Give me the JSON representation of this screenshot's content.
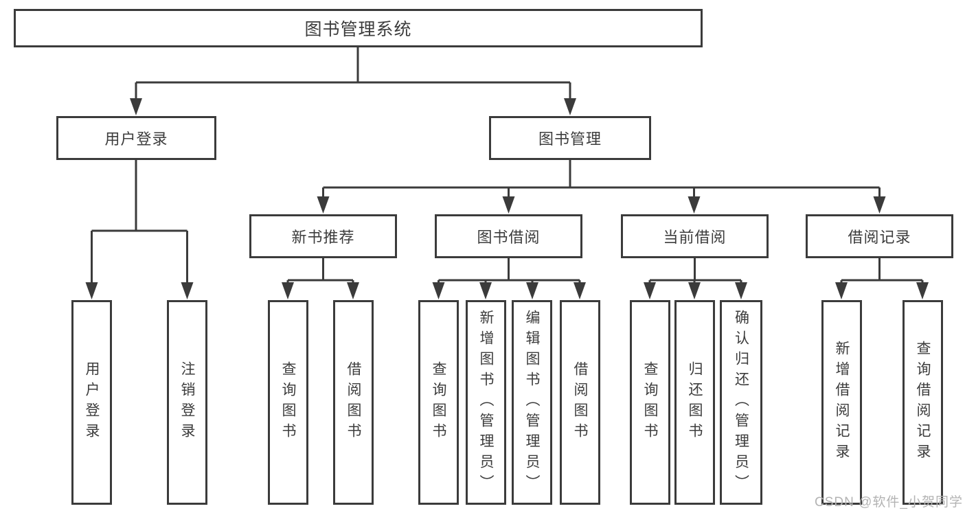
{
  "tree": {
    "root": {
      "label": "图书管理系统"
    },
    "branches": [
      {
        "label": "用户登录",
        "children": [
          "用户登录",
          "注销登录"
        ]
      },
      {
        "label": "图书管理",
        "children": [
          {
            "label": "新书推荐",
            "children": [
              "查询图书",
              "借阅图书"
            ]
          },
          {
            "label": "图书借阅",
            "children": [
              "查询图书",
              "新增图书（管理员）",
              "编辑图书（管理员）",
              "借阅图书"
            ]
          },
          {
            "label": "当前借阅",
            "children": [
              "查询图书",
              "归还图书",
              "确认归还（管理员）"
            ]
          },
          {
            "label": "借阅记录",
            "children": [
              "新增借阅记录",
              "查询借阅记录"
            ]
          }
        ]
      }
    ]
  },
  "watermark": "CSDN @软件_小贺同学",
  "colors": {
    "line": "#3b3b3b",
    "text": "#3c3c3c",
    "watermark": "#b3b3b3",
    "background": "#ffffff"
  }
}
